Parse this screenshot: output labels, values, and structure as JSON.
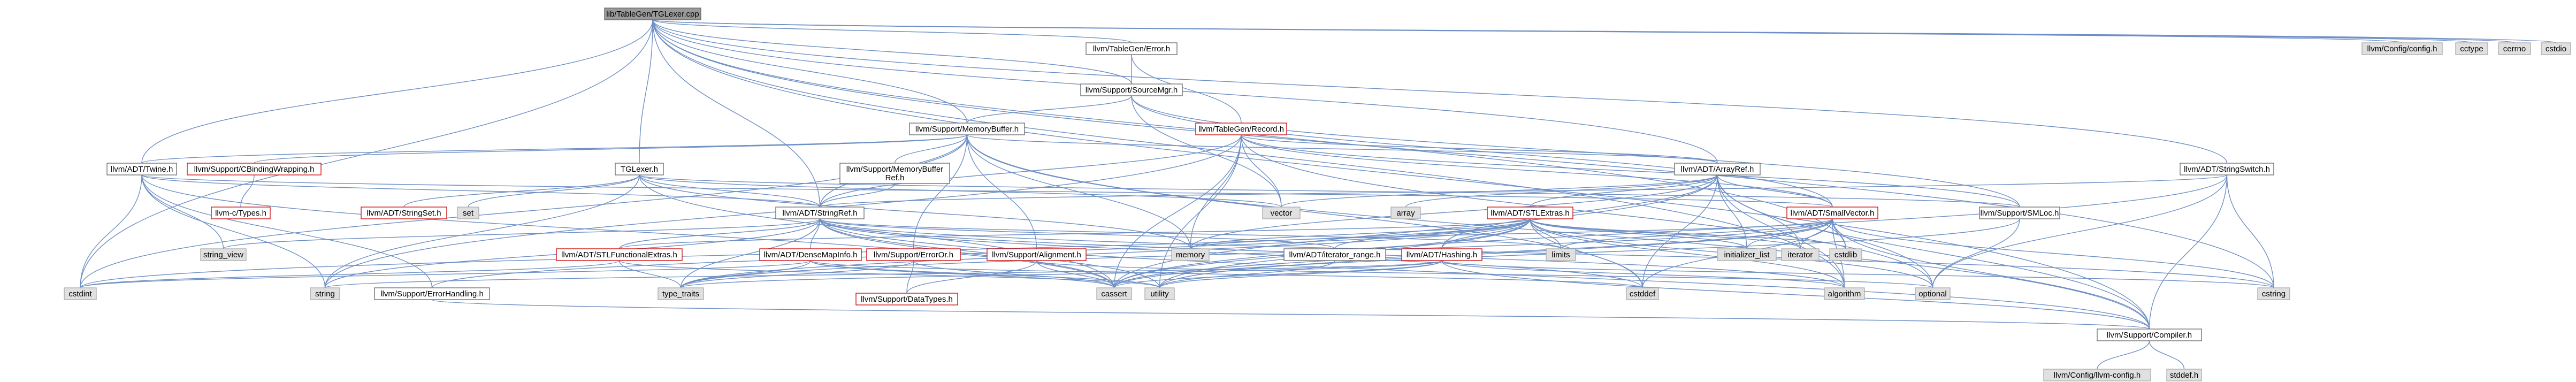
{
  "colors": {
    "root_fill": "#9a9a9a",
    "local_fill": "#ffffff",
    "local_stroke": "#666666",
    "red_stroke": "#cc0000",
    "system_fill": "#e0e0e0",
    "system_stroke": "#aaaaaa",
    "edge": "#6e8fc4"
  },
  "nodes": [
    {
      "id": "root",
      "label": "lib/TableGen/TGLexer.cpp",
      "kind": "root"
    },
    {
      "id": "tgerror",
      "label": "llvm/TableGen/Error.h",
      "kind": "local"
    },
    {
      "id": "sourcemgr",
      "label": "llvm/Support/SourceMgr.h",
      "kind": "local"
    },
    {
      "id": "memorybuffer",
      "label": "llvm/Support/MemoryBuffer.h",
      "kind": "local"
    },
    {
      "id": "record",
      "label": "llvm/TableGen/Record.h",
      "kind": "red"
    },
    {
      "id": "twine",
      "label": "llvm/ADT/Twine.h",
      "kind": "local"
    },
    {
      "id": "cbindingwrapping",
      "label": "llvm/Support/CBindingWrapping.h",
      "kind": "red"
    },
    {
      "id": "memorybufferref",
      "label": "llvm/Support/MemoryBuffer\nRef.h",
      "kind": "local"
    },
    {
      "id": "tglexer",
      "label": "TGLexer.h",
      "kind": "local"
    },
    {
      "id": "arrayref",
      "label": "llvm/ADT/ArrayRef.h",
      "kind": "local"
    },
    {
      "id": "stringswitch",
      "label": "llvm/ADT/StringSwitch.h",
      "kind": "local"
    },
    {
      "id": "ctypes",
      "label": "llvm-c/Types.h",
      "kind": "red"
    },
    {
      "id": "stringset",
      "label": "llvm/ADT/StringSet.h",
      "kind": "red"
    },
    {
      "id": "set",
      "label": "set",
      "kind": "system"
    },
    {
      "id": "stringref",
      "label": "llvm/ADT/StringRef.h",
      "kind": "local"
    },
    {
      "id": "array",
      "label": "array",
      "kind": "system"
    },
    {
      "id": "vector",
      "label": "vector",
      "kind": "system"
    },
    {
      "id": "stlextras",
      "label": "llvm/ADT/STLExtras.h",
      "kind": "red"
    },
    {
      "id": "smallvector",
      "label": "llvm/ADT/SmallVector.h",
      "kind": "red"
    },
    {
      "id": "smloc",
      "label": "llvm/Support/SMLoc.h",
      "kind": "local"
    },
    {
      "id": "stlfunctionalextras",
      "label": "llvm/ADT/STLFunctionalExtras.h",
      "kind": "red"
    },
    {
      "id": "densemapinfo",
      "label": "llvm/ADT/DenseMapInfo.h",
      "kind": "red"
    },
    {
      "id": "erroror",
      "label": "llvm/Support/ErrorOr.h",
      "kind": "red"
    },
    {
      "id": "alignment",
      "label": "llvm/Support/Alignment.h",
      "kind": "red"
    },
    {
      "id": "memory",
      "label": "memory",
      "kind": "system"
    },
    {
      "id": "iteratorrange",
      "label": "llvm/ADT/iterator_range.h",
      "kind": "local"
    },
    {
      "id": "hashing",
      "label": "llvm/ADT/Hashing.h",
      "kind": "red"
    },
    {
      "id": "limits",
      "label": "limits",
      "kind": "system"
    },
    {
      "id": "initializerlist",
      "label": "initializer_list",
      "kind": "system"
    },
    {
      "id": "iterator",
      "label": "iterator",
      "kind": "system"
    },
    {
      "id": "cstdlib",
      "label": "cstdlib",
      "kind": "system"
    },
    {
      "id": "stringview",
      "label": "string_view",
      "kind": "system"
    },
    {
      "id": "cstdint",
      "label": "cstdint",
      "kind": "system"
    },
    {
      "id": "string",
      "label": "string",
      "kind": "system"
    },
    {
      "id": "errorhandling",
      "label": "llvm/Support/ErrorHandling.h",
      "kind": "local"
    },
    {
      "id": "typetraits",
      "label": "type_traits",
      "kind": "system"
    },
    {
      "id": "datatypes",
      "label": "llvm/Support/DataTypes.h",
      "kind": "red"
    },
    {
      "id": "cassert",
      "label": "cassert",
      "kind": "system"
    },
    {
      "id": "utility",
      "label": "utility",
      "kind": "system"
    },
    {
      "id": "cstddef",
      "label": "cstddef",
      "kind": "system"
    },
    {
      "id": "algorithm",
      "label": "algorithm",
      "kind": "system"
    },
    {
      "id": "optional",
      "label": "optional",
      "kind": "system"
    },
    {
      "id": "cstring",
      "label": "cstring",
      "kind": "system"
    },
    {
      "id": "compiler",
      "label": "llvm/Support/Compiler.h",
      "kind": "local"
    },
    {
      "id": "llvmconfig",
      "label": "llvm/Config/llvm-config.h",
      "kind": "system"
    },
    {
      "id": "stddef",
      "label": "stddef.h",
      "kind": "system"
    },
    {
      "id": "config",
      "label": "llvm/Config/config.h",
      "kind": "system"
    },
    {
      "id": "cctype",
      "label": "cctype",
      "kind": "system"
    },
    {
      "id": "cerrno",
      "label": "cerrno",
      "kind": "system"
    },
    {
      "id": "cstdio",
      "label": "cstdio",
      "kind": "system"
    }
  ],
  "edges": [
    [
      "root",
      "tgerror"
    ],
    [
      "root",
      "sourcemgr"
    ],
    [
      "root",
      "memorybuffer"
    ],
    [
      "root",
      "tglexer"
    ],
    [
      "root",
      "twine"
    ],
    [
      "root",
      "config"
    ],
    [
      "root",
      "cctype"
    ],
    [
      "root",
      "cerrno"
    ],
    [
      "root",
      "cstdio"
    ],
    [
      "root",
      "stringswitch"
    ],
    [
      "root",
      "arrayref"
    ],
    [
      "root",
      "cstdint"
    ],
    [
      "root",
      "compiler"
    ],
    [
      "root",
      "algorithm"
    ],
    [
      "root",
      "cstdlib"
    ],
    [
      "root",
      "cstring"
    ],
    [
      "root",
      "stringref"
    ],
    [
      "tgerror",
      "sourcemgr"
    ],
    [
      "tgerror",
      "record"
    ],
    [
      "sourcemgr",
      "memorybuffer"
    ],
    [
      "sourcemgr",
      "smallvector"
    ],
    [
      "sourcemgr",
      "smloc"
    ],
    [
      "sourcemgr",
      "vector"
    ],
    [
      "memorybuffer",
      "cbindingwrapping"
    ],
    [
      "memorybuffer",
      "memorybufferref"
    ],
    [
      "memorybuffer",
      "arrayref"
    ],
    [
      "memorybuffer",
      "stringref"
    ],
    [
      "memorybuffer",
      "twine"
    ],
    [
      "memorybuffer",
      "alignment"
    ],
    [
      "memorybuffer",
      "compiler"
    ],
    [
      "memorybuffer",
      "erroror"
    ],
    [
      "memorybuffer",
      "cstddef"
    ],
    [
      "memorybuffer",
      "cstdint"
    ],
    [
      "memorybuffer",
      "memory"
    ],
    [
      "record",
      "arrayref"
    ],
    [
      "record",
      "smallvector"
    ],
    [
      "record",
      "stringref"
    ],
    [
      "record",
      "smloc"
    ],
    [
      "record",
      "vector"
    ],
    [
      "record",
      "memory"
    ],
    [
      "record",
      "string"
    ],
    [
      "record",
      "cassert"
    ],
    [
      "record",
      "utility"
    ],
    [
      "record",
      "optional"
    ],
    [
      "twine",
      "smallvector"
    ],
    [
      "twine",
      "stringref"
    ],
    [
      "twine",
      "errorhandling"
    ],
    [
      "twine",
      "cassert"
    ],
    [
      "twine",
      "cstdint"
    ],
    [
      "twine",
      "string"
    ],
    [
      "twine",
      "stringview"
    ],
    [
      "cbindingwrapping",
      "ctypes"
    ],
    [
      "memorybufferref",
      "stringref"
    ],
    [
      "tglexer",
      "stringref"
    ],
    [
      "tglexer",
      "stringset"
    ],
    [
      "tglexer",
      "set"
    ],
    [
      "tglexer",
      "smloc"
    ],
    [
      "tglexer",
      "vector"
    ],
    [
      "tglexer",
      "memory"
    ],
    [
      "tglexer",
      "cassert"
    ],
    [
      "tglexer",
      "string"
    ],
    [
      "arrayref",
      "hashing"
    ],
    [
      "arrayref",
      "smallvector"
    ],
    [
      "arrayref",
      "stlextras"
    ],
    [
      "arrayref",
      "compiler"
    ],
    [
      "arrayref",
      "algorithm"
    ],
    [
      "arrayref",
      "array"
    ],
    [
      "arrayref",
      "cassert"
    ],
    [
      "arrayref",
      "cstddef"
    ],
    [
      "arrayref",
      "initializerlist"
    ],
    [
      "arrayref",
      "iterator"
    ],
    [
      "arrayref",
      "memory"
    ],
    [
      "arrayref",
      "optional"
    ],
    [
      "arrayref",
      "type_traits"
    ],
    [
      "arrayref",
      "vector"
    ],
    [
      "stringswitch",
      "stringref"
    ],
    [
      "stringswitch",
      "compiler"
    ],
    [
      "stringswitch",
      "cassert"
    ],
    [
      "stringswitch",
      "cstring"
    ],
    [
      "stringswitch",
      "optional"
    ],
    [
      "stringref",
      "densemapinfo"
    ],
    [
      "stringref",
      "stlfunctionalextras"
    ],
    [
      "stringref",
      "iteratorrange"
    ],
    [
      "stringref",
      "compiler"
    ],
    [
      "stringref",
      "algorithm"
    ],
    [
      "stringref",
      "cassert"
    ],
    [
      "stringref",
      "cstddef"
    ],
    [
      "stringref",
      "cstring"
    ],
    [
      "stringref",
      "limits"
    ],
    [
      "stringref",
      "string"
    ],
    [
      "stringref",
      "stringview"
    ],
    [
      "stringref",
      "typetraits"
    ],
    [
      "stringref",
      "utility"
    ],
    [
      "stlextras",
      "stlfunctionalextras"
    ],
    [
      "stlextras",
      "iteratorrange"
    ],
    [
      "stlextras",
      "hashing"
    ],
    [
      "stlextras",
      "errorhandling"
    ],
    [
      "stlextras",
      "algorithm"
    ],
    [
      "stlextras",
      "cassert"
    ],
    [
      "stlextras",
      "cstddef"
    ],
    [
      "stlextras",
      "cstdint"
    ],
    [
      "stlextras",
      "cstdlib"
    ],
    [
      "stlextras",
      "initializerlist"
    ],
    [
      "stlextras",
      "iterator"
    ],
    [
      "stlextras",
      "limits"
    ],
    [
      "stlextras",
      "memory"
    ],
    [
      "stlextras",
      "optional"
    ],
    [
      "stlextras",
      "typetraits"
    ],
    [
      "stlextras",
      "utility"
    ],
    [
      "smallvector",
      "compiler"
    ],
    [
      "smallvector",
      "algorithm"
    ],
    [
      "smallvector",
      "cassert"
    ],
    [
      "smallvector",
      "cstddef"
    ],
    [
      "smallvector",
      "cstdlib"
    ],
    [
      "smallvector",
      "cstring"
    ],
    [
      "smallvector",
      "functional"
    ],
    [
      "smallvector",
      "initializerlist"
    ],
    [
      "smallvector",
      "iterator"
    ],
    [
      "smallvector",
      "limits"
    ],
    [
      "smallvector",
      "memory"
    ],
    [
      "smallvector",
      "typetraits"
    ],
    [
      "smallvector",
      "utility"
    ],
    [
      "smloc",
      "cassert"
    ],
    [
      "smloc",
      "optional"
    ],
    [
      "stlfunctionalextras",
      "typetraits"
    ],
    [
      "stlfunctionalextras",
      "cstdint"
    ],
    [
      "stlfunctionalextras",
      "utility"
    ],
    [
      "densemapinfo",
      "cassert"
    ],
    [
      "densemapinfo",
      "cstddef"
    ],
    [
      "densemapinfo",
      "cstdint"
    ],
    [
      "densemapinfo",
      "utility"
    ],
    [
      "densemapinfo",
      "typetraits"
    ],
    [
      "erroror",
      "cassert"
    ],
    [
      "erroror",
      "typetraits"
    ],
    [
      "erroror",
      "datatypes"
    ],
    [
      "alignment",
      "cassert"
    ],
    [
      "alignment",
      "optional"
    ],
    [
      "alignment",
      "datatypes"
    ],
    [
      "iteratorrange",
      "utility"
    ],
    [
      "hashing",
      "typetraits"
    ],
    [
      "hashing",
      "cassert"
    ],
    [
      "hashing",
      "cstring"
    ],
    [
      "hashing",
      "algorithm"
    ],
    [
      "hashing",
      "compiler"
    ],
    [
      "hashing",
      "string"
    ],
    [
      "hashing",
      "utility"
    ],
    [
      "errorhandling",
      "compiler"
    ],
    [
      "compiler",
      "llvmconfig"
    ],
    [
      "compiler",
      "stddef"
    ]
  ]
}
